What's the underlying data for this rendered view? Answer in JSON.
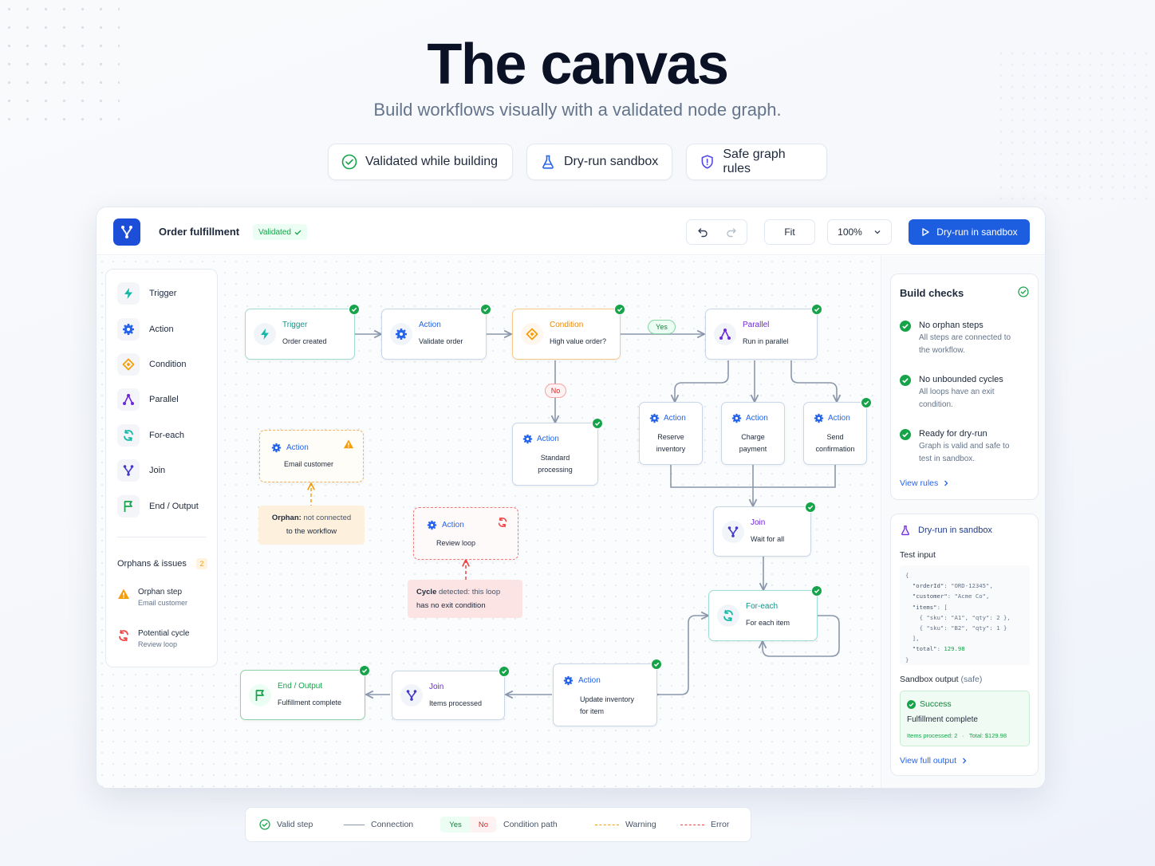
{
  "hero": {
    "title": "The canvas",
    "subtitle": "Build workflows visually with a validated node graph.",
    "features": [
      {
        "label": "Validated while building",
        "icon": "check-circle-icon"
      },
      {
        "label": "Dry-run sandbox",
        "icon": "flask-icon"
      },
      {
        "label": "Safe graph rules",
        "icon": "shield-icon"
      }
    ]
  },
  "toolbar": {
    "workflow_name": "Order fulfillment",
    "status_badge": "Validated",
    "fit_label": "Fit",
    "zoom": "100%",
    "dry_run_label": "Dry-run in sandbox"
  },
  "palette": {
    "items": [
      {
        "label": "Trigger",
        "icon": "bolt-icon"
      },
      {
        "label": "Action",
        "icon": "gear-icon"
      },
      {
        "label": "Condition",
        "icon": "diamond-icon"
      },
      {
        "label": "Parallel",
        "icon": "parallel-icon"
      },
      {
        "label": "For-each",
        "icon": "loop-icon"
      },
      {
        "label": "Join",
        "icon": "join-icon"
      },
      {
        "label": "End / Output",
        "icon": "flag-icon"
      }
    ],
    "issues_title": "Orphans & issues",
    "issues_count": "2",
    "issues": [
      {
        "title": "Orphan step",
        "detail": "Email customer",
        "icon": "warning-icon"
      },
      {
        "title": "Potential cycle",
        "detail": "Review loop",
        "icon": "cycle-icon"
      }
    ]
  },
  "nodes": {
    "trigger": {
      "type": "Trigger",
      "label": "Order created"
    },
    "validate": {
      "type": "Action",
      "label": "Validate order"
    },
    "condition": {
      "type": "Condition",
      "label": "High value order?"
    },
    "parallel": {
      "type": "Parallel",
      "label": "Run in parallel"
    },
    "standard": {
      "type": "Action",
      "label_1": "Standard",
      "label_2": "processing"
    },
    "reserve": {
      "type": "Action",
      "label_1": "Reserve",
      "label_2": "inventory"
    },
    "charge": {
      "type": "Action",
      "label_1": "Charge",
      "label_2": "payment"
    },
    "send": {
      "type": "Action",
      "label_1": "Send",
      "label_2": "confirmation"
    },
    "join_all": {
      "type": "Join",
      "label": "Wait for all"
    },
    "foreach": {
      "type": "For-each",
      "label": "For each item"
    },
    "update": {
      "type": "Action",
      "label_1": "Update inventory",
      "label_2": "for item"
    },
    "join_items": {
      "type": "Join",
      "label": "Items processed"
    },
    "end": {
      "type": "End / Output",
      "label": "Fulfillment complete"
    },
    "email": {
      "type": "Action",
      "label": "Email customer"
    },
    "review": {
      "type": "Action",
      "label": "Review loop"
    }
  },
  "edge_labels": {
    "yes": "Yes",
    "no": "No"
  },
  "notes": {
    "orphan_bold": "Orphan:",
    "orphan_text": " not connected",
    "orphan_text_2": "to the workflow",
    "cycle_bold": "Cycle",
    "cycle_text": " detected: this loop",
    "cycle_text_2": "has no exit condition"
  },
  "checks": {
    "title": "Build checks",
    "items": [
      {
        "title": "No orphan steps",
        "detail": "All steps are connected to the workflow."
      },
      {
        "title": "No unbounded cycles",
        "detail": "All loops have an exit condition."
      },
      {
        "title": "Ready for dry-run",
        "detail": "Graph is valid and safe to test in sandbox."
      }
    ],
    "link": "View rules"
  },
  "sandbox": {
    "title": "Dry-run in sandbox",
    "input_label": "Test input",
    "output_label": "Sandbox output",
    "output_label_suffix": " (safe)",
    "status": "Success",
    "result": "Fulfillment complete",
    "items_processed": "Items processed: 2",
    "total": "Total: $129.98",
    "link": "View full output"
  },
  "legend": {
    "valid": "Valid step",
    "connection": "Connection",
    "yes": "Yes",
    "no": "No",
    "condition_path": "Condition path",
    "warning": "Warning",
    "error": "Error"
  },
  "colors": {
    "primary": "#1d5ee0",
    "success": "#16a34a",
    "warning": "#f59e0b",
    "error": "#ef4444",
    "trigger": "#14b8a6",
    "condition": "#f59e0b",
    "parallel": "#6d28d9",
    "end": "#16a34a"
  }
}
